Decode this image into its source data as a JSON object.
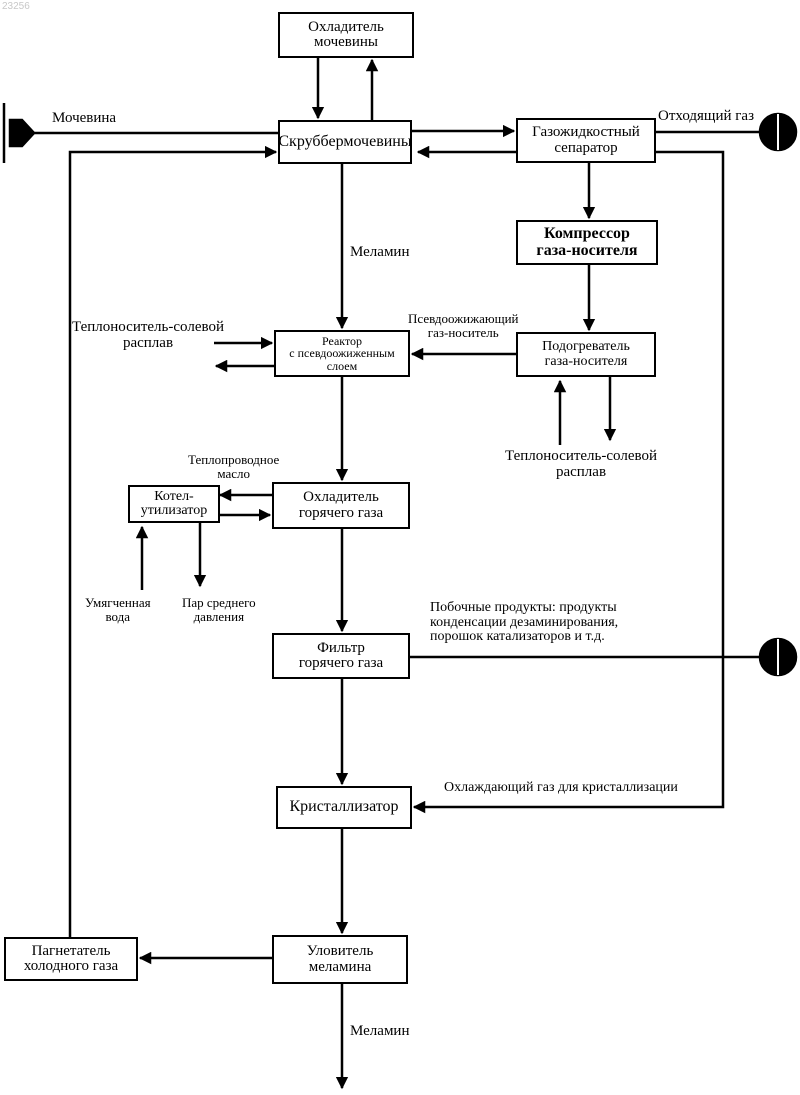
{
  "watermark": "23256",
  "boxes": {
    "urea_cooler": [
      "Охладитель",
      "мочевины"
    ],
    "urea_scrubber": [
      "Скруббермочевины"
    ],
    "gas_liquid_separator": [
      "Газожидкостный",
      "сепаратор"
    ],
    "carrier_gas_compressor": [
      "Компрессор",
      "газа-носителя"
    ],
    "fluidized_bed_reactor": [
      "Реактор",
      "с псевдоожиженным",
      "слоем"
    ],
    "carrier_gas_heater": [
      "Подогреватель",
      "газа-носителя"
    ],
    "waste_heat_boiler": [
      "Котел-",
      "утилизатор"
    ],
    "hot_gas_cooler": [
      "Охладитель",
      "горячего газа"
    ],
    "hot_gas_filter": [
      "Фильтр",
      "горячего газа"
    ],
    "crystallizer": [
      "Кристаллизатор"
    ],
    "cold_gas_blower": [
      "Пагнетатель",
      "холодного газа"
    ],
    "melamine_catcher": [
      "Уловитель",
      "меламина"
    ]
  },
  "labels": {
    "urea_in": [
      "Мочевина"
    ],
    "off_gas": [
      "Отходящий газ"
    ],
    "melamine_mid": [
      "Меламин"
    ],
    "salt_melt_left": [
      "Теплоноситель-солевой",
      "расплав"
    ],
    "fluidizing_gas": [
      "Псевдоожижающий",
      "газ-носитель"
    ],
    "salt_melt_right": [
      "Теплоноситель-солевой",
      "расплав"
    ],
    "thermal_oil": [
      "Теплопроводное",
      "масло"
    ],
    "softened_water": [
      "Умягченная",
      "вода"
    ],
    "medium_pressure_steam": [
      "Пар среднего",
      "давления"
    ],
    "byproducts": [
      "Побочные продукты: продукты",
      "конденсации дезаминирования,",
      "порошок катализаторов и т.д."
    ],
    "cooling_gas": [
      "Охлаждающий газ для кристаллизации"
    ],
    "melamine_out": [
      "Меламин"
    ]
  }
}
